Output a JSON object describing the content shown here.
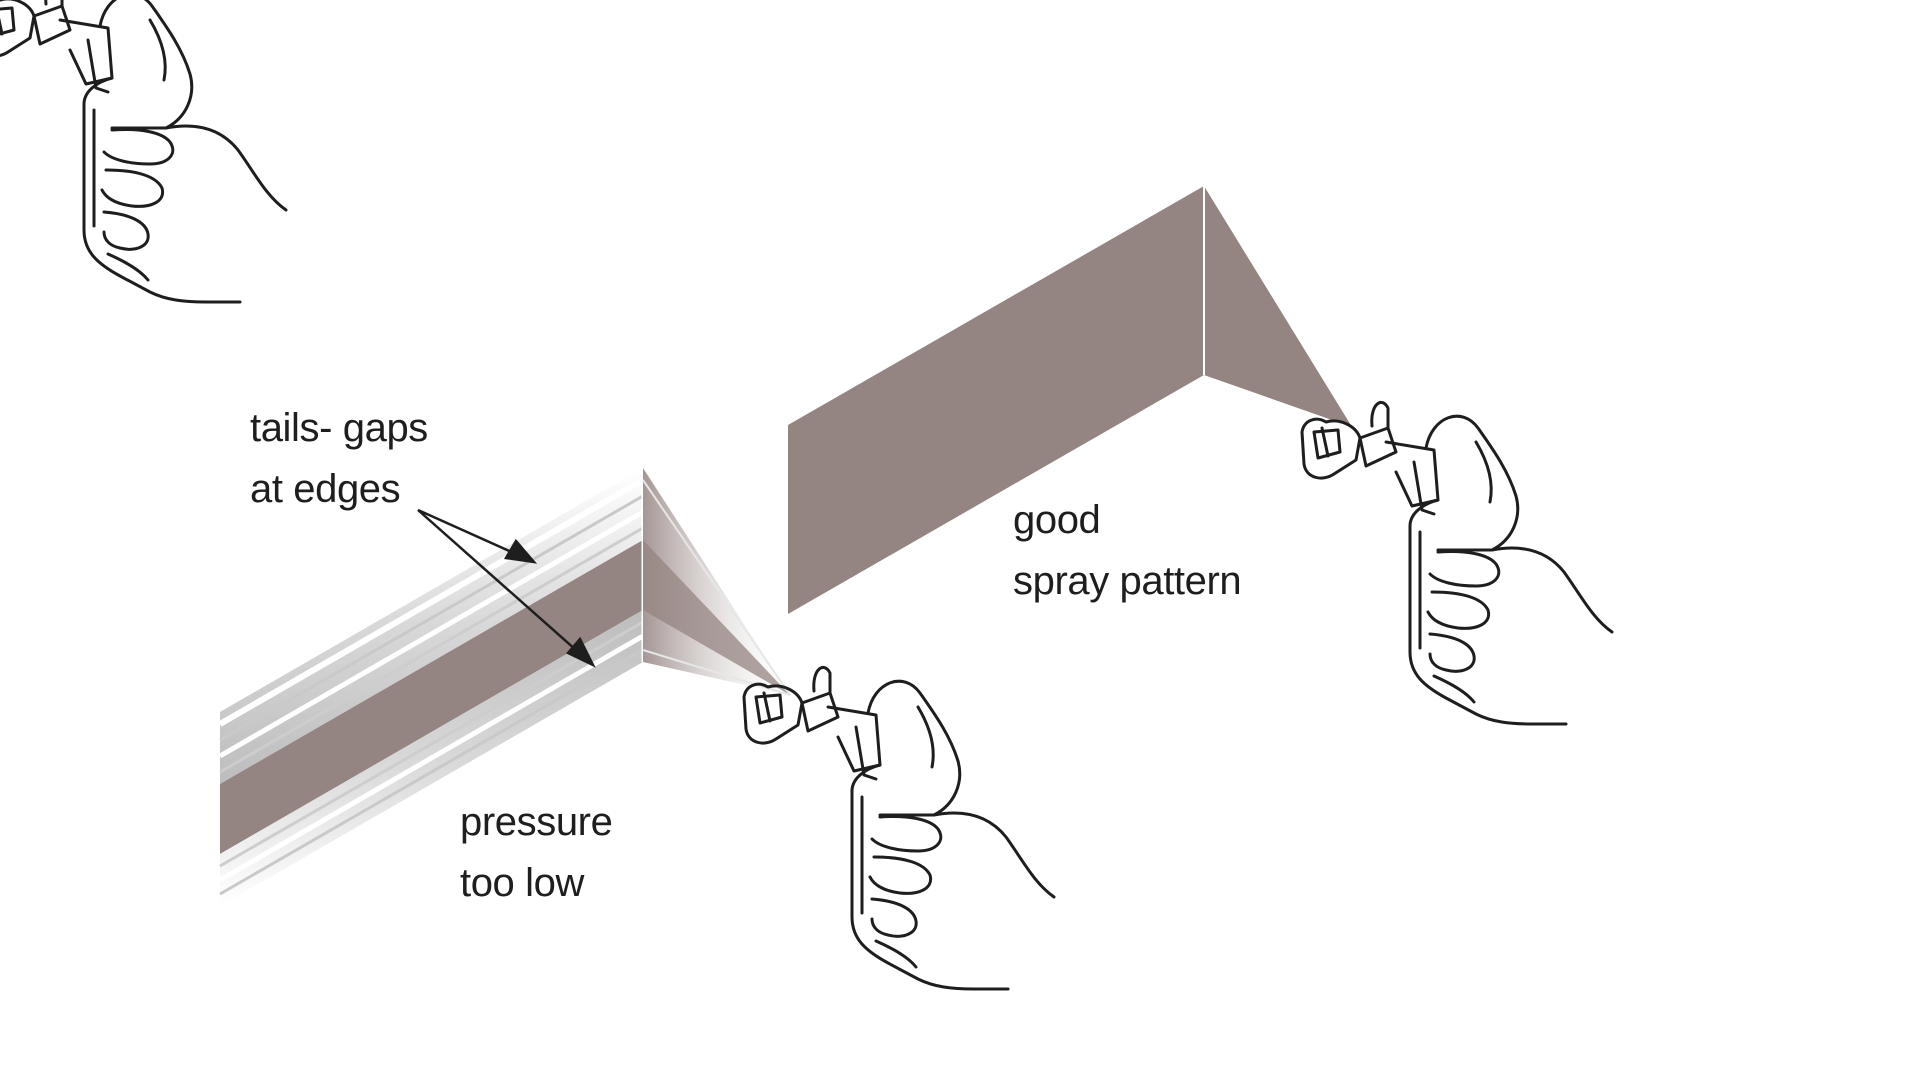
{
  "labels": {
    "tails_line1": "tails- gaps",
    "tails_line2": "at edges",
    "pressure_line1": "pressure",
    "pressure_line2": "too low",
    "good_line1": "good",
    "good_line2": "spray pattern"
  },
  "icons": {
    "gun_left": "spray-gun-in-hand-icon",
    "gun_right": "spray-gun-in-hand-icon"
  },
  "colors": {
    "paint": "#948482",
    "background": "#ffffff",
    "ink": "#1e1e1e"
  }
}
